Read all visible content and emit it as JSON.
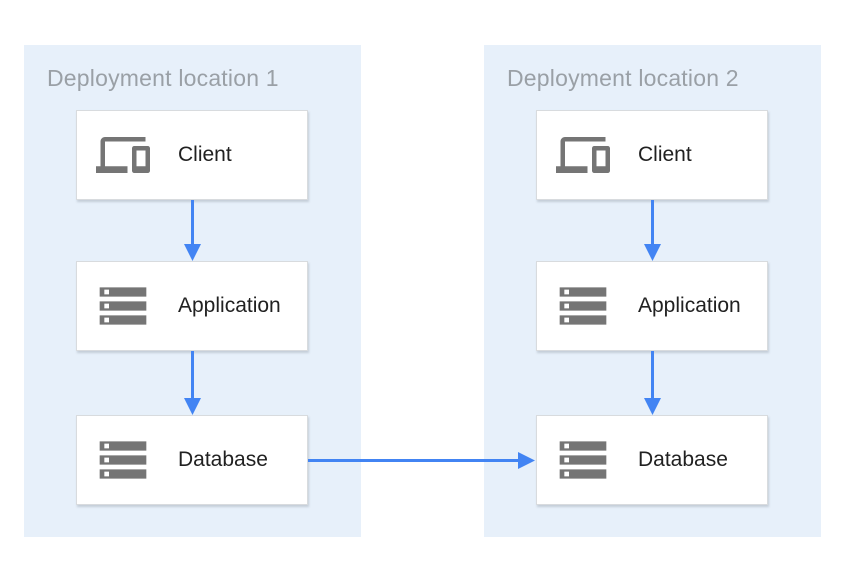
{
  "diagram": {
    "panels": [
      {
        "title": "Deployment location 1",
        "nodes": [
          {
            "label": "Client",
            "icon": "devices-icon"
          },
          {
            "label": "Application",
            "icon": "storage-icon"
          },
          {
            "label": "Database",
            "icon": "storage-icon"
          }
        ]
      },
      {
        "title": "Deployment location 2",
        "nodes": [
          {
            "label": "Client",
            "icon": "devices-icon"
          },
          {
            "label": "Application",
            "icon": "storage-icon"
          },
          {
            "label": "Database",
            "icon": "storage-icon"
          }
        ]
      }
    ],
    "connections": [
      {
        "from": "location-1-client",
        "to": "location-1-application"
      },
      {
        "from": "location-1-application",
        "to": "location-1-database"
      },
      {
        "from": "location-2-client",
        "to": "location-2-application"
      },
      {
        "from": "location-2-application",
        "to": "location-2-database"
      },
      {
        "from": "location-1-database",
        "to": "location-2-database"
      }
    ],
    "colors": {
      "panel_background": "#e7f0fa",
      "arrow": "#4284f3",
      "icon": "#757575",
      "node_border": "#d8dbde",
      "panel_title_text": "#9aa0a6",
      "node_label_text": "#212121"
    }
  }
}
